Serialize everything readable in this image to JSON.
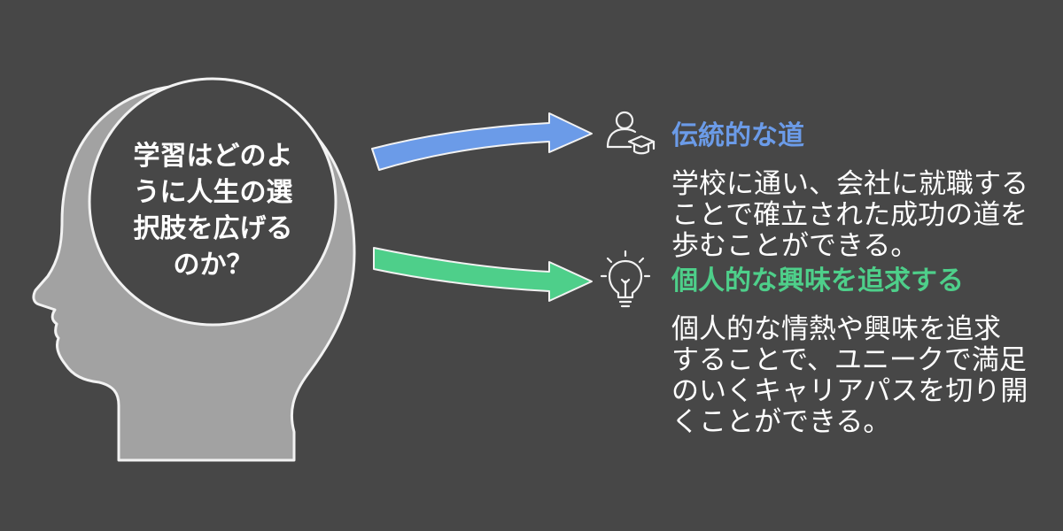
{
  "question": {
    "lines": [
      "学習はどのよ",
      "うに人生の選",
      "択肢を広げる",
      "のか？"
    ]
  },
  "branches": [
    {
      "title": "伝統的な道",
      "desc_lines": [
        "学校に通い、会社に就職する",
        "ことで確立された成功の道を",
        "歩むことができる。"
      ],
      "color": "#6b9be8",
      "icon": "graduate-person-icon"
    },
    {
      "title": "個人的な興味を追求する",
      "desc_lines": [
        "個人的な情熱や興味を追求",
        "することで、ユニークで満足",
        "のいくキャリアパスを切り開",
        "くことができる。"
      ],
      "color": "#4ecf8a",
      "icon": "lightbulb-icon"
    }
  ],
  "colors": {
    "background": "#474747",
    "head_fill": "#a2a2a2",
    "circle_fill": "#474747",
    "outline": "#f2f2f2"
  }
}
